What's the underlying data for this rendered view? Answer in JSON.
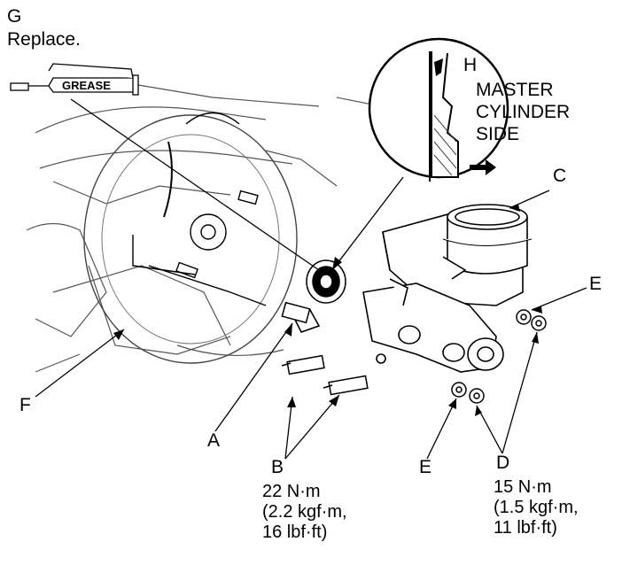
{
  "labels": {
    "G": "G",
    "G_note": "Replace.",
    "grease": "GREASE",
    "H": "H",
    "H_note": [
      "MASTER",
      "CYLINDER",
      "SIDE"
    ],
    "C": "C",
    "E_top": "E",
    "E_bottom": "E",
    "F": "F",
    "A": "A",
    "B": "B",
    "D": "D"
  },
  "torque_B": [
    "22 N·m",
    "(2.2 kgf·m,",
    "16 lbf·ft)"
  ],
  "torque_D": [
    "15 N·m",
    "(1.5 kgf·m,",
    "11 lbf·ft)"
  ],
  "colors": {
    "line": "#000000",
    "background": "#ffffff",
    "detail": "#555555"
  }
}
